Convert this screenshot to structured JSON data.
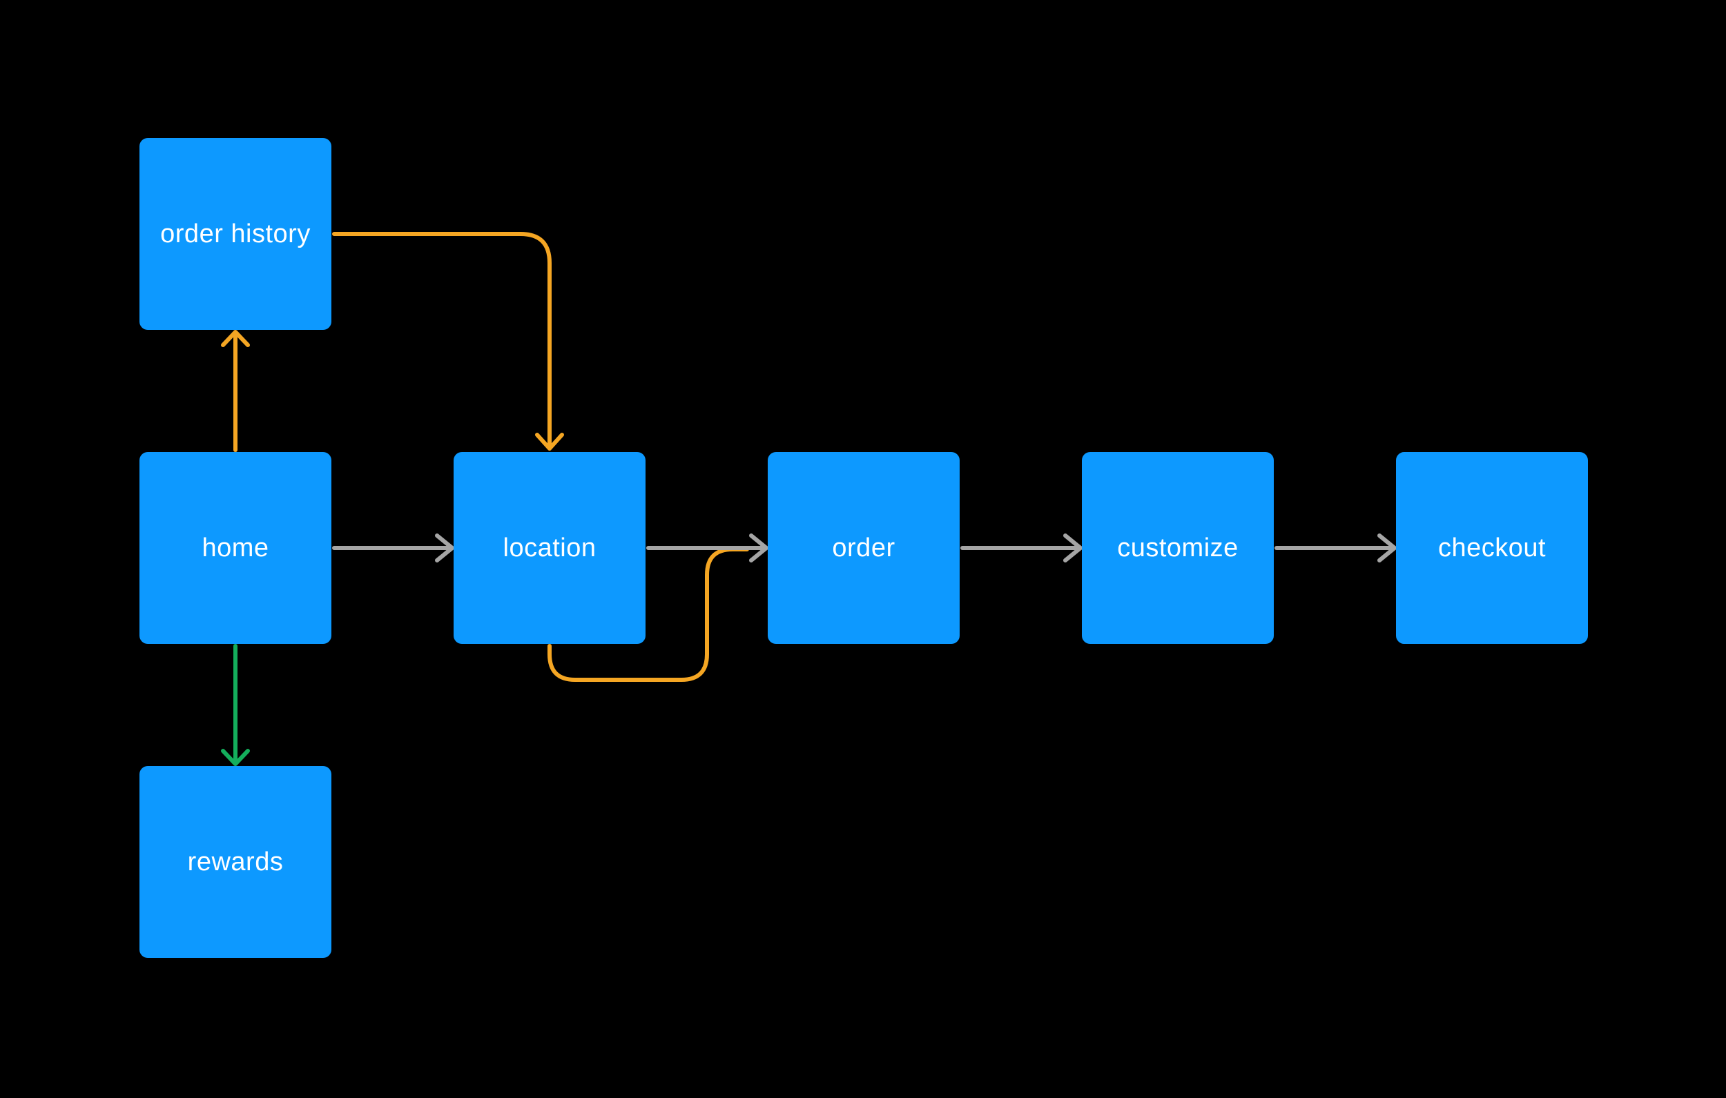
{
  "diagram": {
    "background_color": "#000000",
    "node_fill_color": "#0D99FF",
    "node_text_color": "#FFFFFF",
    "connector_colors": {
      "gray": "#A5A5A5",
      "orange": "#F5A623",
      "green": "#14AE5C"
    },
    "nodes": [
      {
        "id": "order-history",
        "label": "order history"
      },
      {
        "id": "home",
        "label": "home"
      },
      {
        "id": "rewards",
        "label": "rewards"
      },
      {
        "id": "location",
        "label": "location"
      },
      {
        "id": "order",
        "label": "order"
      },
      {
        "id": "customize",
        "label": "customize"
      },
      {
        "id": "checkout",
        "label": "checkout"
      }
    ],
    "edges": [
      {
        "from": "home",
        "to": "order history",
        "color": "orange",
        "shape": "straight-up-arrow"
      },
      {
        "from": "home",
        "to": "rewards",
        "color": "green",
        "shape": "straight-down-arrow"
      },
      {
        "from": "home",
        "to": "location",
        "color": "gray",
        "shape": "straight-right-arrow"
      },
      {
        "from": "location",
        "to": "order",
        "color": "gray",
        "shape": "straight-right-arrow"
      },
      {
        "from": "order",
        "to": "customize",
        "color": "gray",
        "shape": "straight-right-arrow"
      },
      {
        "from": "customize",
        "to": "checkout",
        "color": "gray",
        "shape": "straight-right-arrow"
      },
      {
        "from": "order history",
        "to": "location",
        "color": "orange",
        "shape": "elbow-right-then-down-arrow"
      },
      {
        "from": "location",
        "to": "order",
        "color": "orange",
        "shape": "loop-under-from-bottom-merging-into-right-arrow"
      }
    ]
  }
}
